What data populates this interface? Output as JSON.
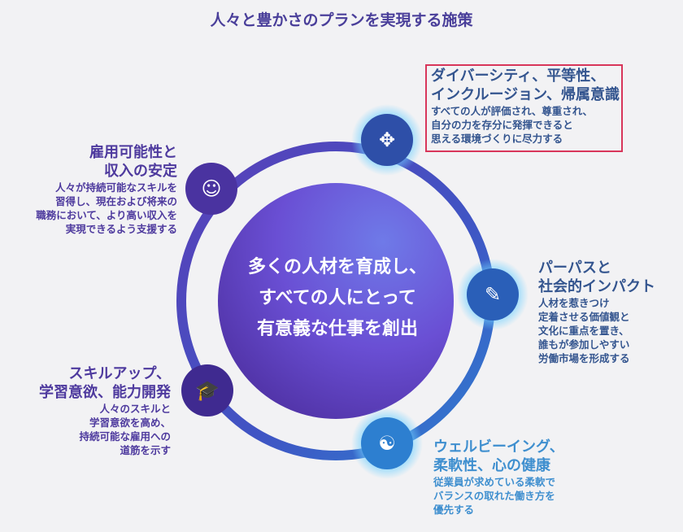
{
  "title": "人々と豊かさのプランを実現する施策",
  "center": {
    "line1": "多くの人材を育成し、",
    "line2": "すべての人にとって",
    "line3": "有意義な仕事を創出"
  },
  "items": [
    {
      "heading1": "ダイバーシティ、平等性、",
      "heading2": "インクルージョン、帰属意識",
      "desc": [
        "すべての人が評価され、尊重され、",
        "自分の力を存分に発揮できると",
        "思える環境づくりに尽力する"
      ],
      "icon": "hands-circle-icon"
    },
    {
      "heading1": "雇用可能性と",
      "heading2": "収入の安定",
      "desc": [
        "人々が持続可能なスキルを",
        "習得し、現在および将来の",
        "職務において、より高い収入を",
        "実現できるよう支援する"
      ],
      "icon": "people-group-icon"
    },
    {
      "heading1": "パーパスと",
      "heading2": "社会的インパクト",
      "desc": [
        "人材を惹きつけ",
        "定着させる価値観と",
        "文化に重点を置き、",
        "誰もが参加しやすい",
        "労働市場を形成する"
      ],
      "icon": "pen-icon"
    },
    {
      "heading1": "スキルアップ、",
      "heading2": "学習意欲、能力開発",
      "desc": [
        "人々のスキルと",
        "学習意欲を高め、",
        "持続可能な雇用への",
        "道筋を示す"
      ],
      "icon": "graduation-laptop-icon"
    },
    {
      "heading1": "ウェルビーイング、",
      "heading2": "柔軟性、心の健康",
      "desc": [
        "従業員が求めている柔軟で",
        "バランスの取れた働き方を",
        "優先する"
      ],
      "icon": "meditation-icon"
    }
  ],
  "colors": {
    "purple": "#4e3a9e",
    "blue": "#34558f",
    "lightblue": "#3f8fcf",
    "highlight": "#d8365a"
  }
}
